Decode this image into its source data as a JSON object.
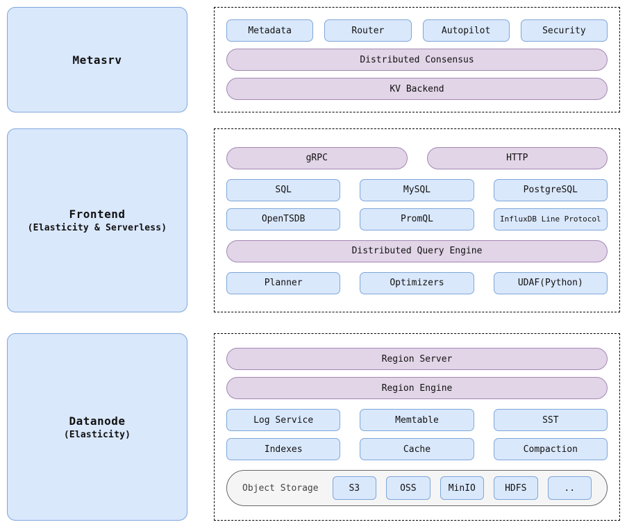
{
  "tiers": [
    {
      "name": "metasrv",
      "title": "Metasrv",
      "subtitle": ""
    },
    {
      "name": "frontend",
      "title": "Frontend",
      "subtitle": "(Elasticity & Serverless)"
    },
    {
      "name": "datanode",
      "title": "Datanode",
      "subtitle": "(Elasticity)"
    }
  ],
  "metasrv_panel": {
    "modules_row": [
      "Metadata",
      "Router",
      "Autopilot",
      "Security"
    ],
    "bars": [
      "Distributed Consensus",
      "KV Backend"
    ]
  },
  "frontend_panel": {
    "protocol_bars": [
      "gRPC",
      "HTTP"
    ],
    "query_languages_row1": [
      "SQL",
      "MySQL",
      "PostgreSQL"
    ],
    "query_languages_row2": [
      "OpenTSDB",
      "PromQL",
      "InfluxDB Line Protocol"
    ],
    "engine_bar": "Distributed Query Engine",
    "engine_components": [
      "Planner",
      "Optimizers",
      "UDAF(Python)"
    ]
  },
  "datanode_panel": {
    "bars": [
      "Region Server",
      "Region Engine"
    ],
    "components_row1": [
      "Log Service",
      "Memtable",
      "SST"
    ],
    "components_row2": [
      "Indexes",
      "Cache",
      "Compaction"
    ],
    "storage": {
      "label": "Object Storage",
      "backends": [
        "S3",
        "OSS",
        "MinIO",
        "HDFS",
        ".."
      ]
    }
  },
  "colors": {
    "box_fill": "#dae8fc",
    "box_border": "#7ea6d9",
    "pill_fill": "#e1d5e7",
    "pill_border": "#a386b3",
    "storage_fill": "#f5f5f5",
    "storage_border": "#666666",
    "panel_border": "#000000",
    "text": "#111111"
  }
}
